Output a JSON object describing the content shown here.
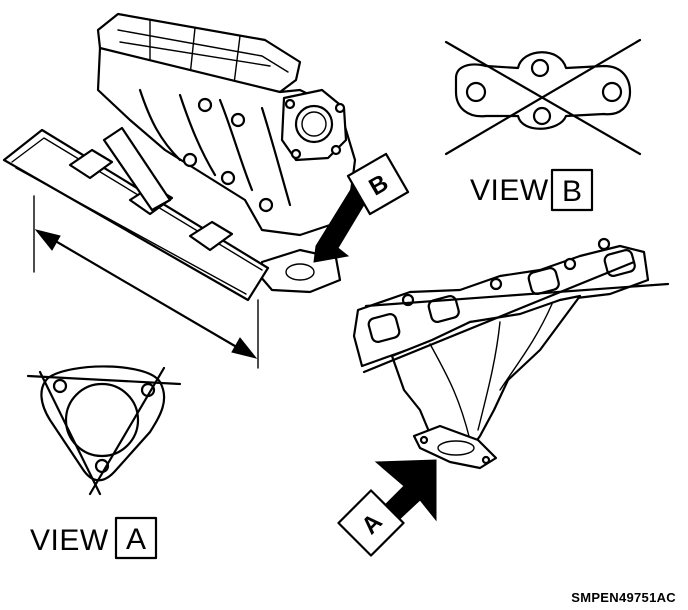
{
  "views": {
    "a": {
      "prefix": "VIEW",
      "letter": "A"
    },
    "b": {
      "prefix": "VIEW",
      "letter": "B"
    }
  },
  "arrows": {
    "a": {
      "letter": "A"
    },
    "b": {
      "letter": "B"
    }
  },
  "figure_code": "SMPEN49751AC"
}
